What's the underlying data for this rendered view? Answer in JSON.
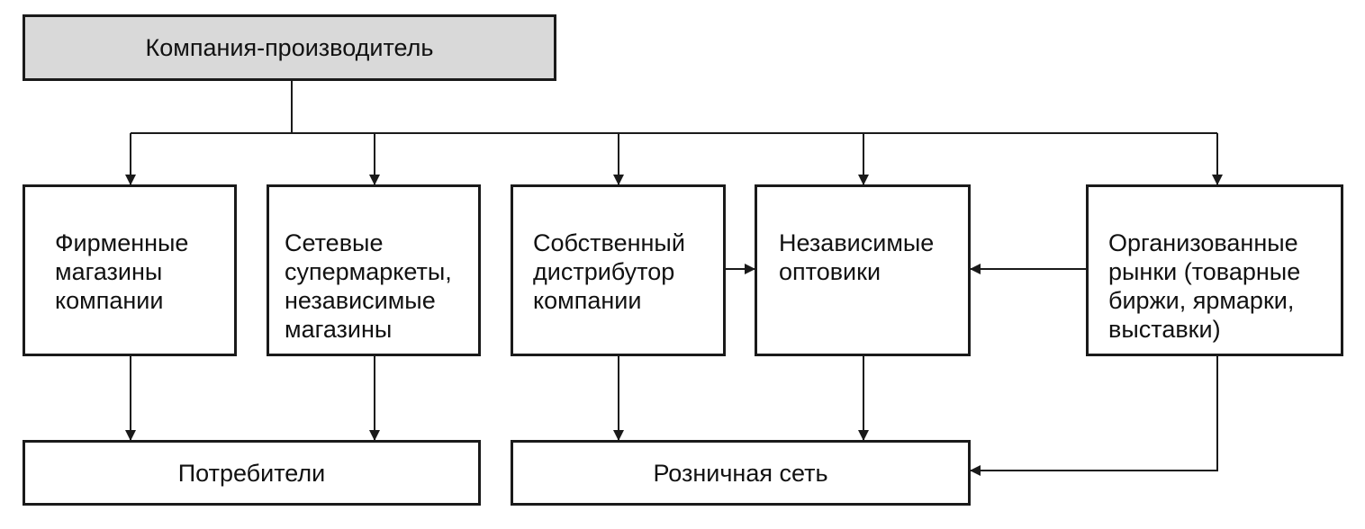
{
  "diagram": {
    "producer": "Компания-производитель",
    "brand_stores": "Фирменные\nмагазины\nкомпании",
    "chain_stores": "Сетевые\nсупермаркеты,\nнезависимые\nмагазины",
    "own_distributor": "Собственный\nдистрибутор\nкомпании",
    "wholesalers": "Независимые\nоптовики",
    "organized_markets": "Организованные\nрынки (товарные\nбиржи, ярмарки,\nвыставки)",
    "consumers": "Потребители",
    "retail": "Розничная сеть"
  },
  "colors": {
    "top_box_fill": "#d9d9d9",
    "line": "#1a1a1a"
  }
}
